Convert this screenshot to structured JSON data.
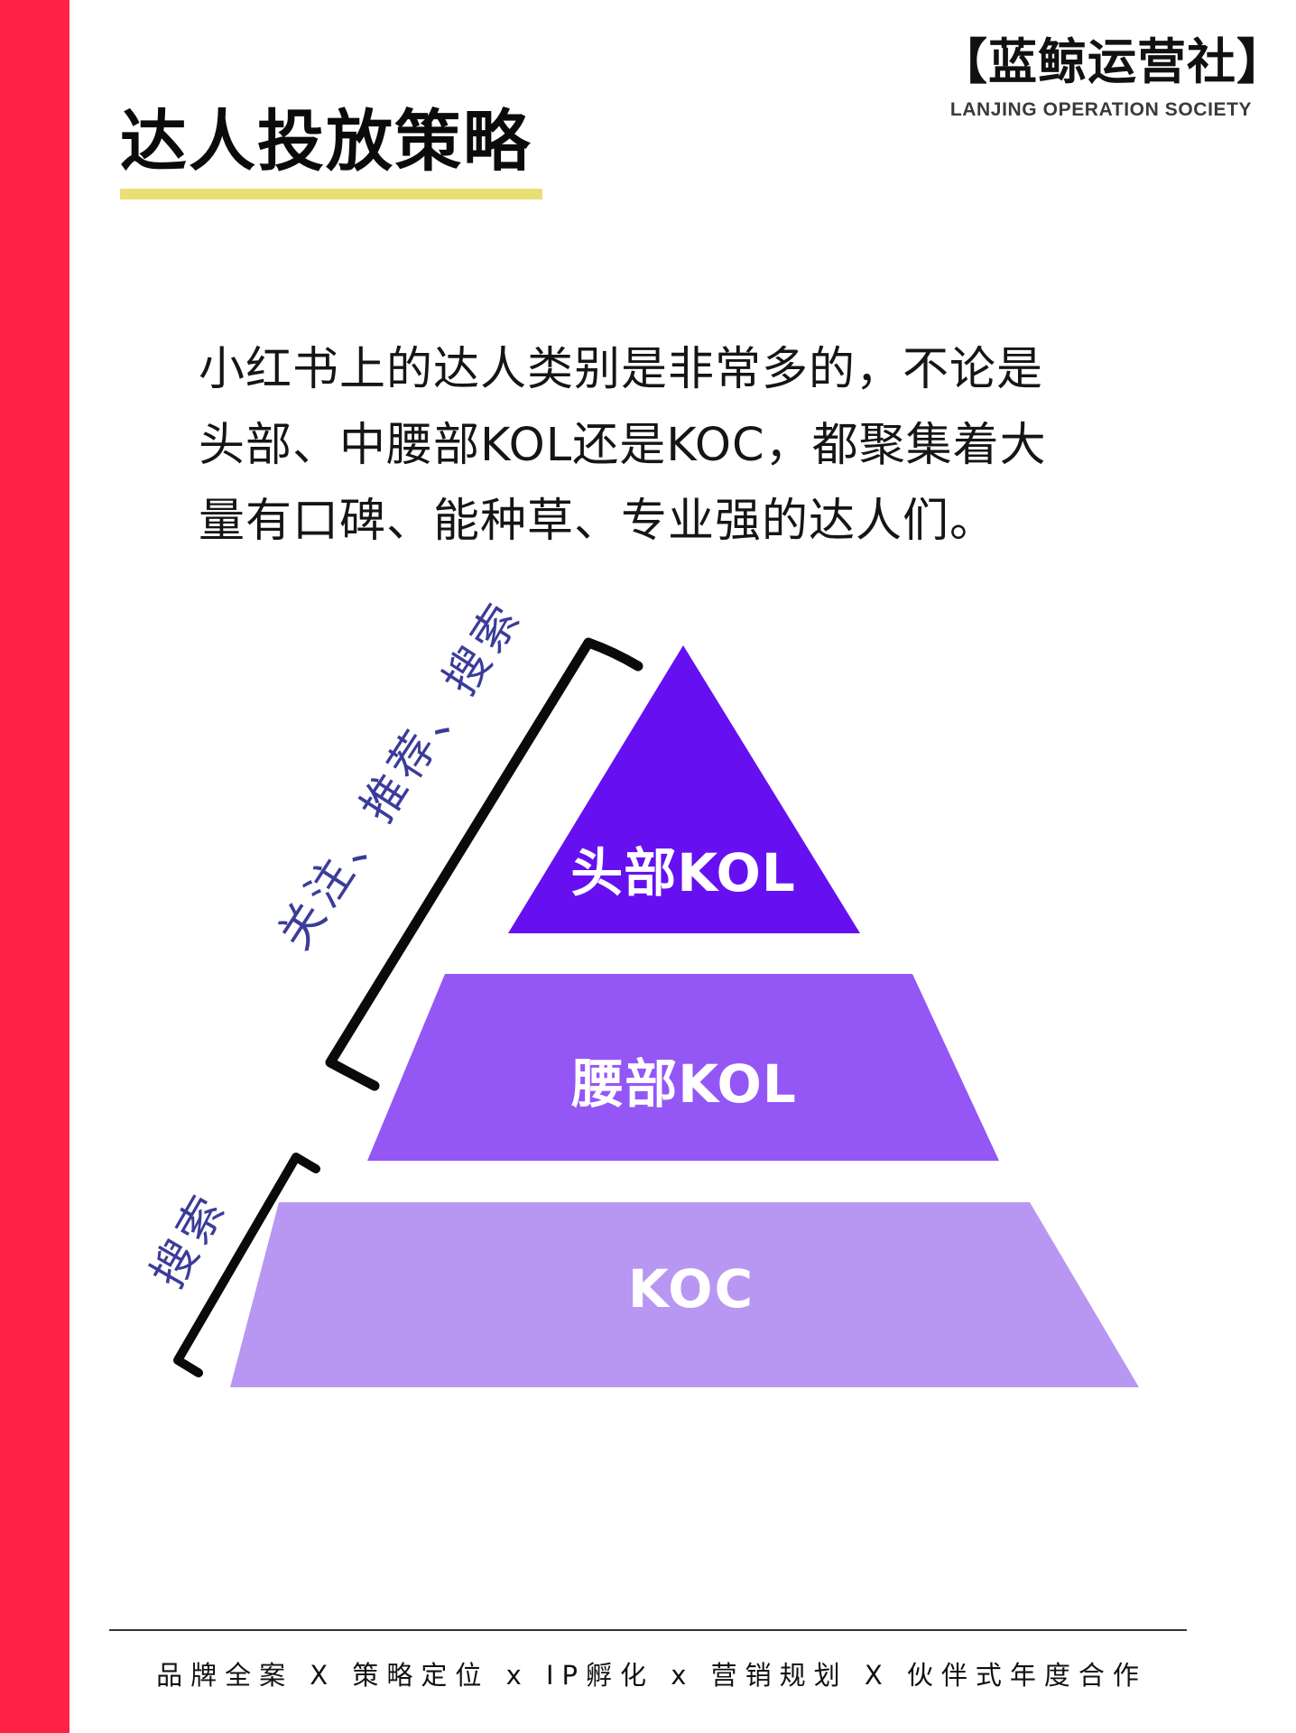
{
  "colors": {
    "side_bar": "#FF2244",
    "title_underline": "#EADF74",
    "tier_top": "#6610F2",
    "tier_middle": "#9457F5",
    "tier_bottom": "#B897F3",
    "bracket": "#0A0A0A",
    "annotation_text": "#3B3C99",
    "footer_divider": "#333333"
  },
  "brand": {
    "name_cn": "【蓝鲸运营社】",
    "name_en": "LANJING OPERATION SOCIETY"
  },
  "page": {
    "title": "达人投放策略"
  },
  "intro": {
    "lines": [
      "小红书上的达人类别是非常多的，不论是",
      "头部、中腰部KOL还是KOC，都聚集着大",
      "量有口碑、能种草、专业强的达人们。"
    ]
  },
  "pyramid": {
    "tiers": [
      {
        "label": "头部KOL",
        "level": "top"
      },
      {
        "label": "腰部KOL",
        "level": "middle"
      },
      {
        "label": "KOC",
        "level": "bottom"
      }
    ],
    "annotations": [
      {
        "text": "关注、推荐、搜索",
        "covers": [
          "头部KOL",
          "腰部KOL"
        ]
      },
      {
        "text": "搜索",
        "covers": [
          "KOC"
        ]
      }
    ]
  },
  "footer": {
    "tagline": "品牌全案 X 策略定位 x IP孵化 x 营销规划 X 伙伴式年度合作"
  }
}
